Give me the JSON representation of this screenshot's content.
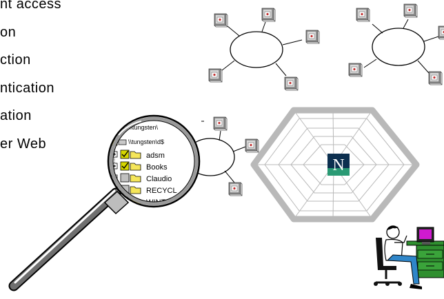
{
  "slide": {
    "bullets": [
      "nt access",
      "on",
      "ction",
      "ntication",
      "ation",
      "er Web"
    ]
  },
  "explorer": {
    "drives": [
      "\\\\tungsten\\",
      "\\\\tungsten\\d$"
    ],
    "folders": [
      "adsm",
      "Books",
      "Claudio",
      "RECYCL",
      "WINT"
    ]
  },
  "browser_logo": {
    "letter": "N"
  },
  "colors": {
    "text": "#000000",
    "web": "#b9b9b9",
    "server": "#8a8a8a",
    "folder": "#f5e65a",
    "checkbox": "#d7d700",
    "logo_bg": "#0c2f4f",
    "logo_band": "#2a9a74",
    "monitor": "#d01ad0",
    "desk": "#2f8f2f",
    "pants": "#2f86c9",
    "chair": "#111111"
  }
}
